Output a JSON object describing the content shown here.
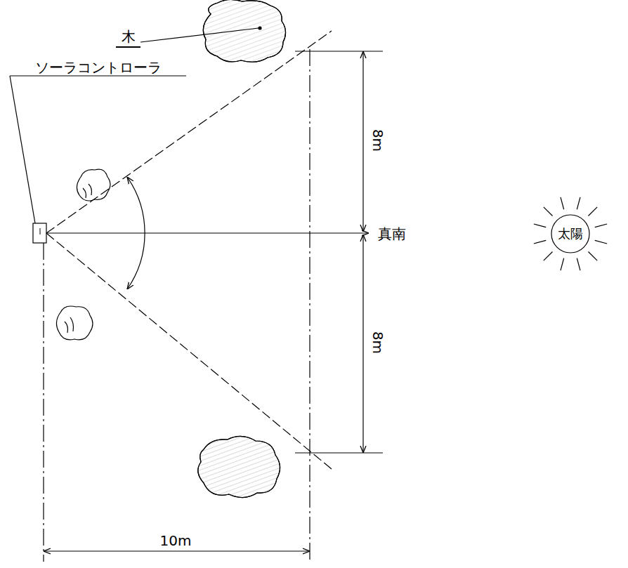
{
  "diagram": {
    "nodes": [
      {
        "text": [
          "太陽"
        ]
      }
    ],
    "labels": [
      "木",
      "ソーラコントローラ",
      "8m",
      "8m",
      "真南",
      "10m"
    ]
  }
}
